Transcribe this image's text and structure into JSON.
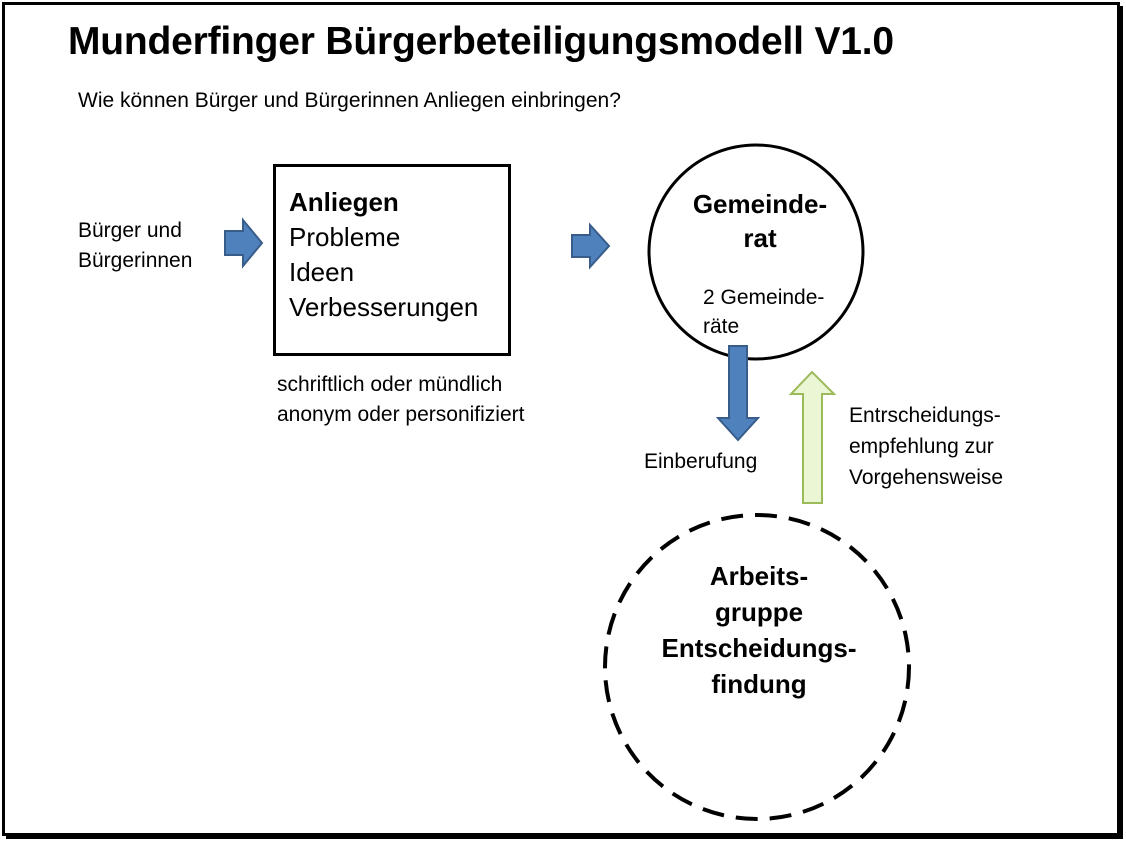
{
  "title": "Munderfinger Bürgerbeteiligungsmodell V1.0",
  "subtitle": "Wie können Bürger und Bürgerinnen Anliegen einbringen?",
  "source": {
    "line1": "Bürger und",
    "line2": "Bürgerinnen"
  },
  "anliegen_box": {
    "heading": "Anliegen",
    "items": [
      "Probleme",
      "Ideen",
      "Verbesserungen"
    ]
  },
  "anliegen_note": {
    "line1": "schriftlich oder mündlich",
    "line2": "anonym oder personifiziert"
  },
  "gemeinderat": {
    "heading_line1": "Gemeinde-",
    "heading_line2": "rat",
    "sub_line1": "2 Gemeinde-",
    "sub_line2": "räte"
  },
  "einberufung_label": "Einberufung",
  "empfehlung_label": {
    "line1": "Entrscheidungs-",
    "line2": "empfehlung zur",
    "line3": "Vorgehensweise"
  },
  "arbeitsgruppe": {
    "line1": "Arbeits-",
    "line2": "gruppe",
    "line3": "Entscheidungs-",
    "line4": "findung"
  },
  "colors": {
    "blue_arrow_fill": "#4F81BD",
    "blue_arrow_stroke": "#385D8A",
    "green_arrow_fill": "#EBF6D5",
    "green_arrow_stroke": "#9BBB59"
  }
}
